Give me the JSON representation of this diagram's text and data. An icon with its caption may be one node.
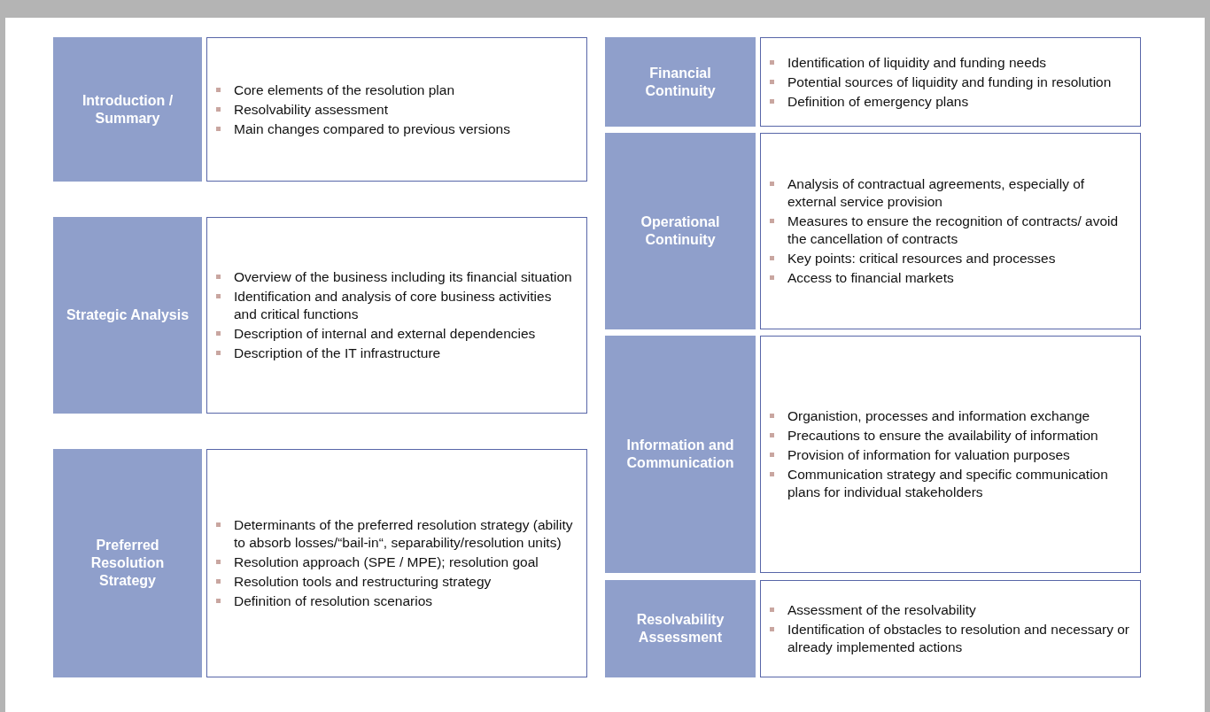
{
  "diagram": {
    "nodes": [
      {
        "text": [
          "Introduction / Summary"
        ]
      },
      {
        "text": [
          "Core elements of the resolution plan",
          "Resolvability assessment",
          "Main changes compared to previous versions"
        ]
      },
      {
        "text": [
          "Strategic Analysis"
        ]
      },
      {
        "text": [
          "Overview of the business including its financial situation",
          "Identification and analysis of core business activities and critical functions",
          "Description of internal and external dependencies",
          "Description of the IT infrastructure"
        ]
      },
      {
        "text": [
          "Preferred Resolution Strategy"
        ]
      },
      {
        "text": [
          "Determinants of the preferred resolution strategy (ability to absorb losses/“bail-in“, separability/resolution units)",
          "Resolution approach (SPE / MPE); resolution goal",
          "Resolution tools and restructuring strategy",
          "Definition of resolution scenarios"
        ]
      },
      {
        "text": [
          "Financial Continuity"
        ]
      },
      {
        "text": [
          "Identification of liquidity and funding needs",
          "Potential sources of liquidity and funding in resolution",
          "Definition of emergency plans"
        ]
      },
      {
        "text": [
          "Operational Continuity"
        ]
      },
      {
        "text": [
          "Analysis of contractual agreements, especially of external service provision",
          "Measures to ensure the recognition of contracts/ avoid the cancellation of contracts",
          "Key points: critical resources and processes",
          "Access to financial markets"
        ]
      },
      {
        "text": [
          "Information and Communication"
        ]
      },
      {
        "text": [
          "Organistion, processes and information exchange",
          "Precautions to ensure the availability of information",
          "Provision of information for valuation purposes",
          "Communication strategy and specific communication plans for individual stakeholders"
        ]
      },
      {
        "text": [
          "Resolvability Assessment"
        ]
      },
      {
        "text": [
          "Assessment of the resolvability",
          "Identification of obstacles to resolution and necessary or already implemented actions"
        ]
      }
    ],
    "edges": []
  }
}
